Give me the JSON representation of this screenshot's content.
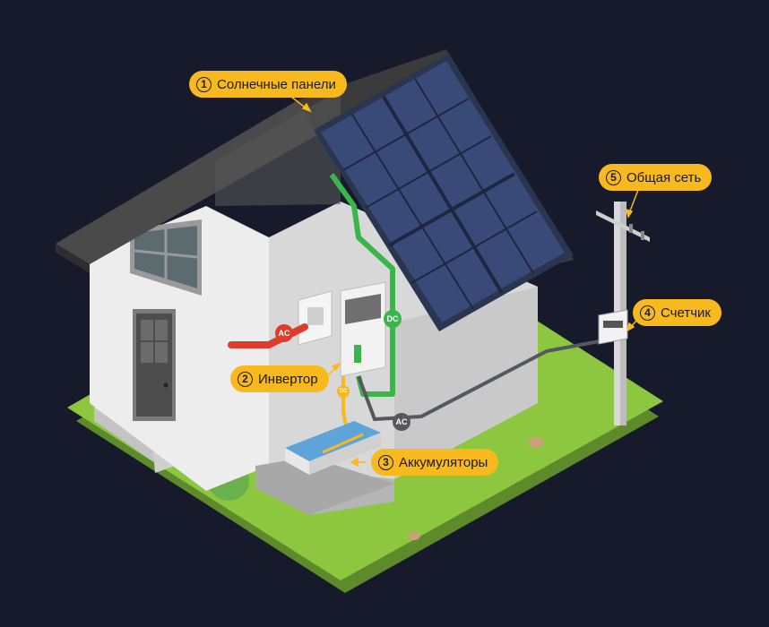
{
  "colors": {
    "background": "#161a2b",
    "callout": "#f7b91d",
    "callout_text": "#1b1b1b",
    "dc_line": "#3bb54a",
    "ac_line": "#e03c2e",
    "grid_line": "#55585e",
    "lawn": "#8dc63f"
  },
  "callouts": [
    {
      "number": "1",
      "label": "Солнечные панели"
    },
    {
      "number": "2",
      "label": "Инвертор"
    },
    {
      "number": "3",
      "label": "Аккумуляторы"
    },
    {
      "number": "4",
      "label": "Счетчик"
    },
    {
      "number": "5",
      "label": "Общая сеть"
    }
  ],
  "wire_tags": {
    "ac_house": "AC",
    "dc_panels": "DC",
    "dc_battery": "DC",
    "ac_grid": "AC"
  }
}
